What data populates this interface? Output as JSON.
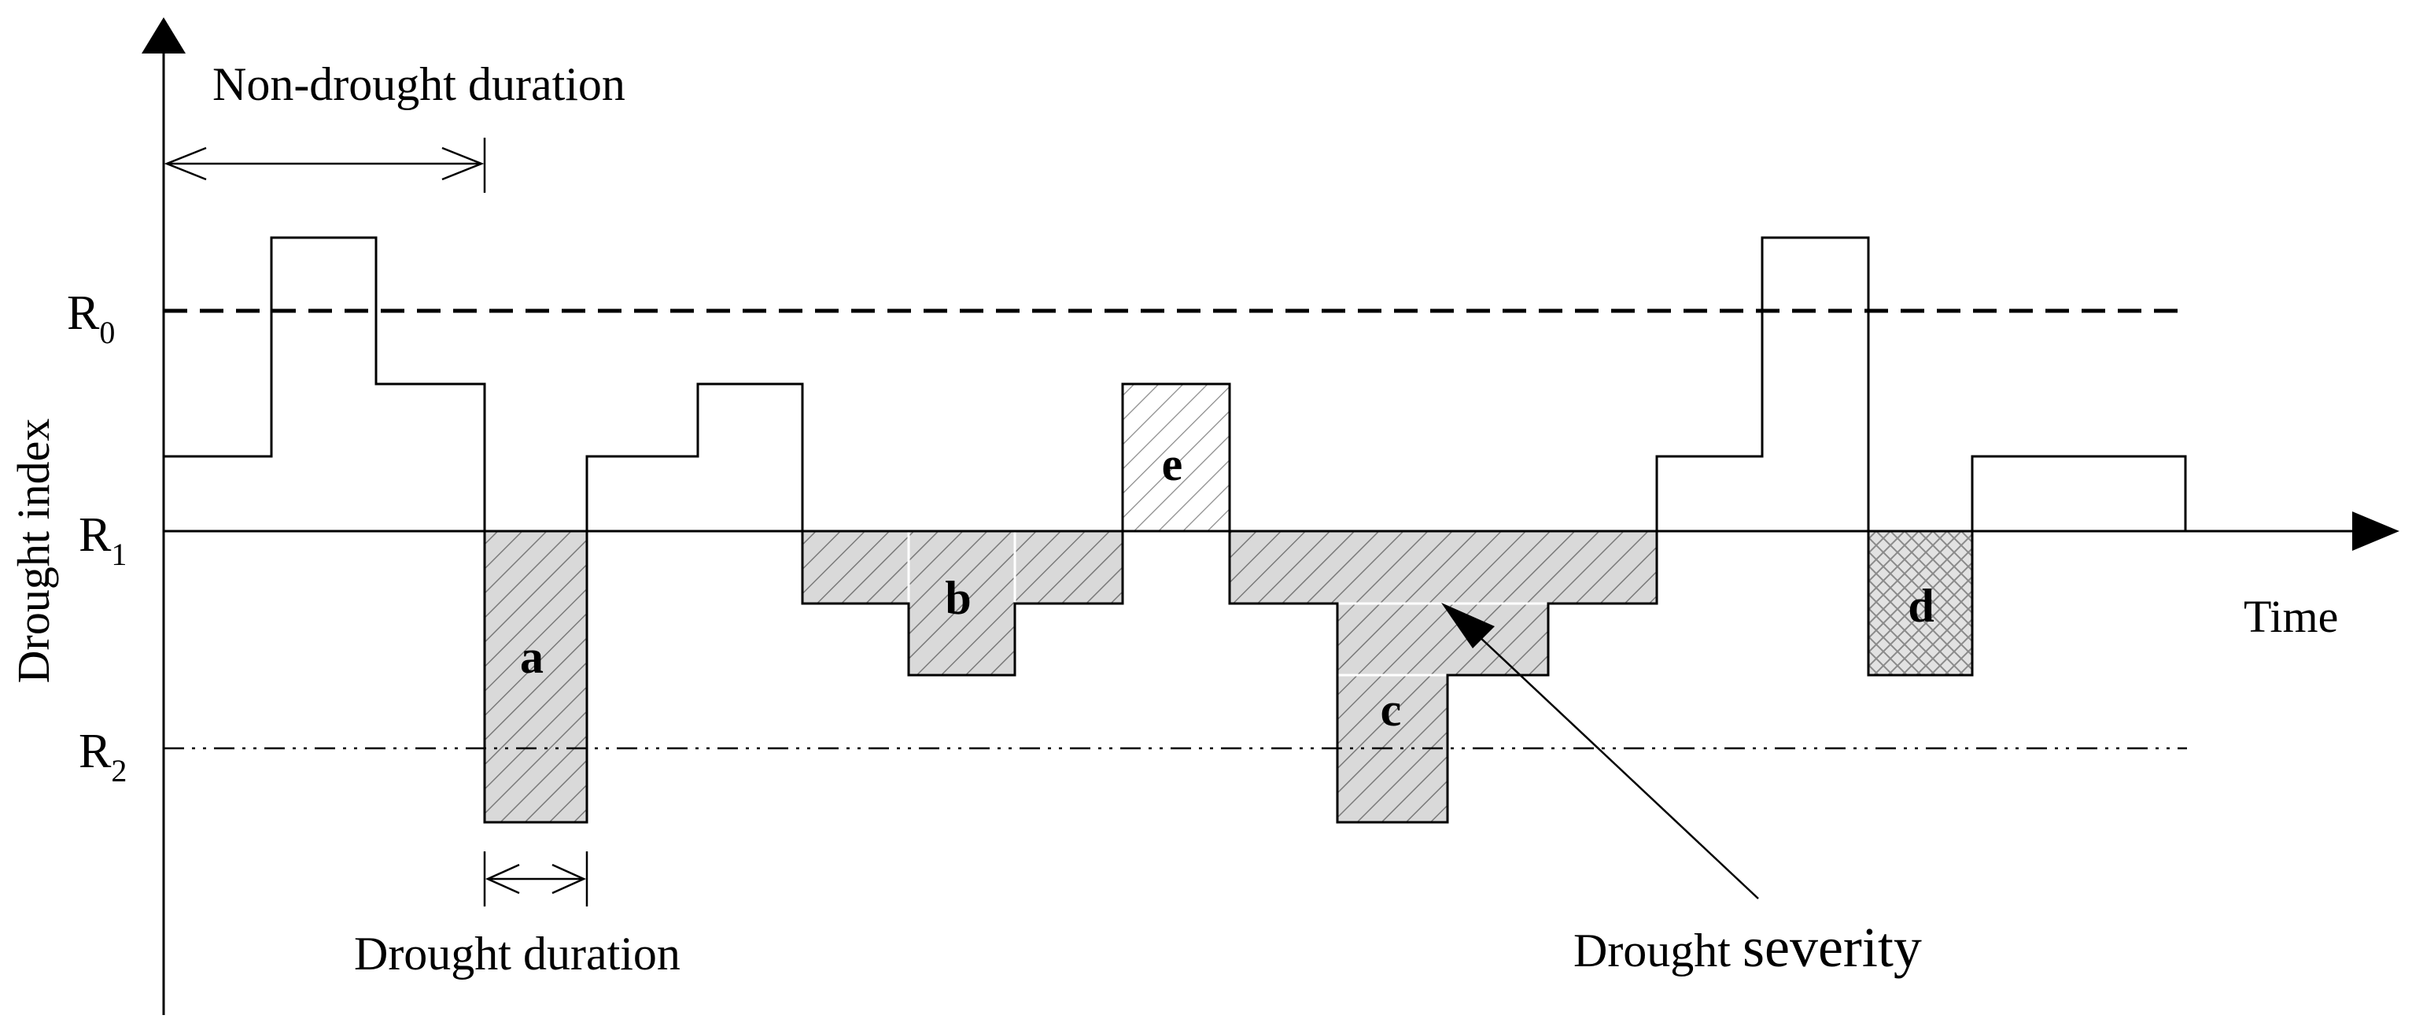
{
  "labels": {
    "y_axis": "Drought index",
    "x_axis": "Time",
    "non_drought_duration": "Non-drought duration",
    "drought_duration": "Drought duration",
    "drought_severity_part1": "Drought",
    "drought_severity_part2": "severity"
  },
  "thresholds": {
    "r0": {
      "base": "R",
      "sub": "0"
    },
    "r1": {
      "base": "R",
      "sub": "1"
    },
    "r2": {
      "base": "R",
      "sub": "2"
    }
  },
  "events": {
    "a": "a",
    "b": "b",
    "c": "c",
    "d": "d",
    "e": "e"
  }
}
